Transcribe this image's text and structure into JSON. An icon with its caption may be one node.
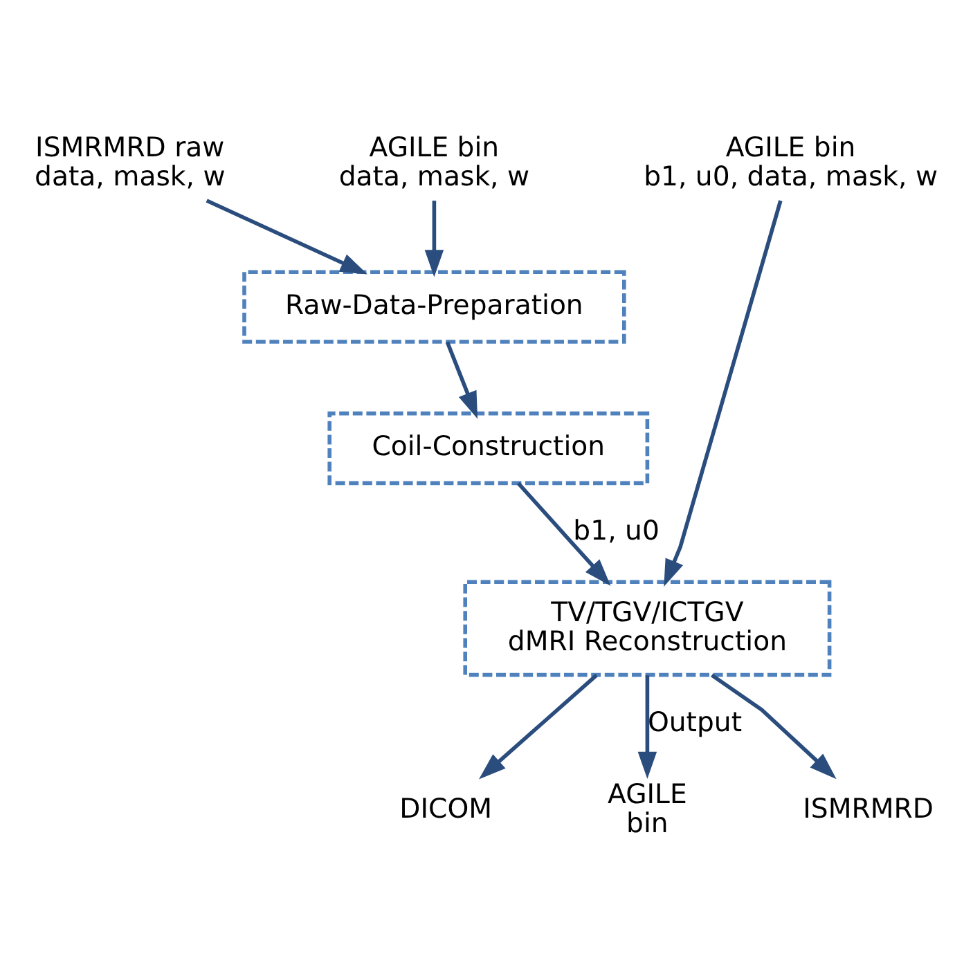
{
  "diagram": {
    "nodes": [
      {
        "text": [
          "ISMRMRD raw data, mask, w"
        ]
      },
      {
        "text": [
          "AGILE bin data, mask, w"
        ]
      },
      {
        "text": [
          "AGILE bin b1, u0, data, mask, w"
        ]
      },
      {
        "text": [
          "Raw-Data-Preparation"
        ]
      },
      {
        "text": [
          "Coil-Construction"
        ]
      },
      {
        "text": [
          "TV/TGV/ICTGV dMRI Reconstruction"
        ]
      },
      {
        "text": [
          "DICOM"
        ]
      },
      {
        "text": [
          "AGILE bin"
        ]
      },
      {
        "text": [
          "ISMRMRD"
        ]
      }
    ],
    "edges": [
      {
        "from": 0,
        "to": 3,
        "arrow": "to"
      },
      {
        "from": 1,
        "to": 3,
        "arrow": "to"
      },
      {
        "from": 3,
        "to": 4,
        "arrow": "to"
      },
      {
        "from": 4,
        "to": 5,
        "arrow": "to",
        "label": "b1, u0"
      },
      {
        "from": 2,
        "to": 5,
        "arrow": "to"
      },
      {
        "from": 5,
        "to": 6,
        "arrow": "to"
      },
      {
        "from": 5,
        "to": 7,
        "arrow": "to",
        "label": "Output"
      },
      {
        "from": 5,
        "to": 8,
        "arrow": "to"
      }
    ]
  }
}
